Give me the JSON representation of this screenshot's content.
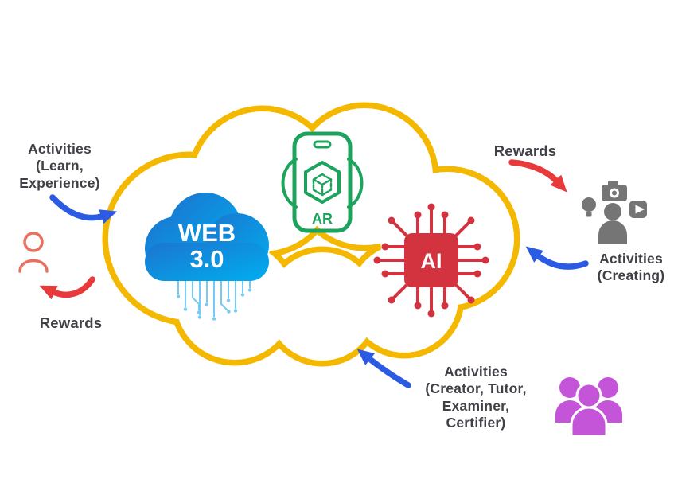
{
  "cloud_core": {
    "web3_line1": "WEB",
    "web3_line2": "3.0",
    "ar_label": "AR",
    "ai_label": "AI"
  },
  "labels": {
    "left_activities": {
      "lines": [
        "Activities",
        "(Learn,",
        "Experience)"
      ]
    },
    "left_rewards": "Rewards",
    "right_rewards": "Rewards",
    "right_activities": {
      "lines": [
        "Activities",
        "(Creating)"
      ]
    },
    "bottom_activities": {
      "lines": [
        "Activities",
        "(Creator, Tutor,",
        "Examiner,",
        "Certifier)"
      ]
    }
  },
  "icons": {
    "web3_cloud": "web3-cloud-icon",
    "ar_phone": "ar-phone-icon",
    "ai_chip": "ai-chip-icon",
    "learner": "person-outline-icon",
    "creator": "creator-person-icon",
    "camera": "camera-icon",
    "lightbulb": "lightbulb-icon",
    "play": "play-video-icon",
    "group": "group-people-icon"
  },
  "colors": {
    "background": "#FFFFFF",
    "cloud_outline_yellow": "#F5B800",
    "arrow_blue": "#2B5BE2",
    "arrow_red": "#E8393B",
    "web3_gradient_start": "#1B75D0",
    "web3_gradient_end": "#00AEEF",
    "circuit_light_blue": "#74CCF4",
    "ar_green": "#1CA45C",
    "ai_red": "#D2333F",
    "learner_coral": "#E8705F",
    "creator_gray": "#757575",
    "group_purple": "#C455D8",
    "label_text": "#414046"
  }
}
